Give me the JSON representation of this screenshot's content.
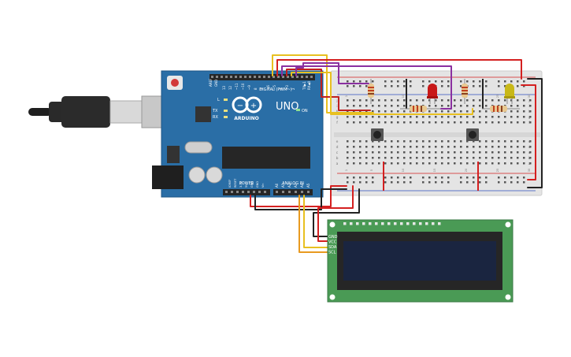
{
  "board": {
    "model": "UNO",
    "brand": "ARDUINO",
    "digital_header": "DIGITAL (PWM~)",
    "power_header": "POWER",
    "analog_header": "ANALOG IN",
    "aref_label": "AREF",
    "gnd_label": "GND",
    "led_l_label": "L",
    "tx_label": "TX",
    "rx_label": "RX",
    "on_label": "ON",
    "tx_pin_label": "TX▶1",
    "rx_pin_label": "RX◀0",
    "digital_pins": [
      "13",
      "12",
      "~11",
      "~10",
      "~9",
      "8",
      "7",
      "~6",
      "~5",
      "4",
      "~3",
      "2"
    ],
    "power_pins": [
      "IOREF",
      "RESET",
      "3.3V",
      "5V",
      "GND",
      "GND",
      "Vin"
    ],
    "analog_pins": [
      "A0",
      "A1",
      "A2",
      "A3",
      "A4",
      "A5"
    ]
  },
  "lcd": {
    "pin_labels": [
      "GND",
      "VCC",
      "SDA",
      "SCL"
    ]
  },
  "breadboard": {
    "row_letters_top": [
      "j",
      "i",
      "h",
      "g",
      "f"
    ],
    "row_letters_bottom": [
      "e",
      "d",
      "c",
      "b",
      "a"
    ],
    "column_numbers": [
      "1",
      "5",
      "10",
      "15",
      "20",
      "25",
      "30"
    ]
  },
  "colors": {
    "board": "#2a6ea6",
    "lcd_pcb": "#4a9a55",
    "lcd_screen": "#1a2540",
    "wire_red": "#d42020",
    "wire_black": "#222222",
    "wire_yellow": "#e8c020",
    "wire_purple": "#8a30a0",
    "wire_orange": "#e89a20",
    "led_red": "#c81818",
    "led_yellow": "#d8c020"
  }
}
